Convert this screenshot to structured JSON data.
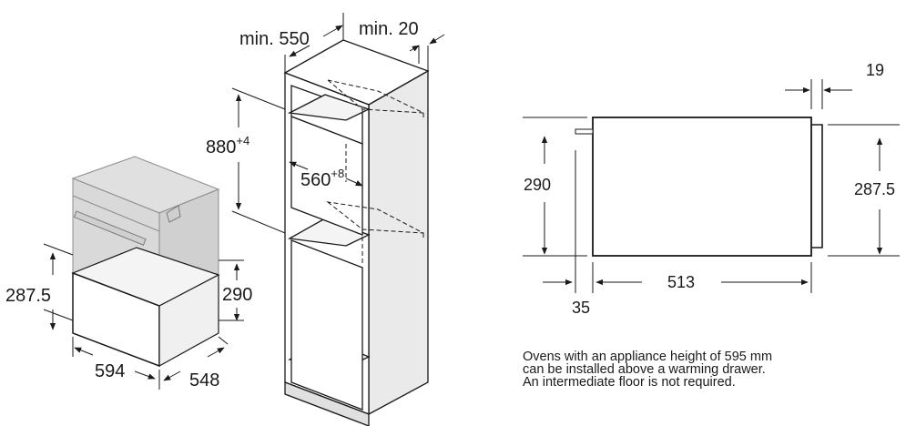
{
  "left_figure": {
    "dims": {
      "h_left": "287.5",
      "h_right": "290",
      "width": "594",
      "depth": "548"
    }
  },
  "center_figure": {
    "dims": {
      "min_depth": "min. 550",
      "min_gap": "min. 20",
      "niche_height": "880",
      "niche_height_tol": "+4",
      "niche_width": "560",
      "niche_width_tol": "+8"
    }
  },
  "right_figure": {
    "dims": {
      "top_offset": "19",
      "height_left": "290",
      "height_right": "287.5",
      "width": "513",
      "offset_bottom": "35"
    }
  },
  "note": {
    "lines": [
      "Ovens with an appliance height of 595 mm",
      "can be installed above a warming drawer.",
      "An intermediate floor is not required."
    ]
  },
  "colors": {
    "line": "#1a1a1a",
    "oven_fill": "#d9d9d9",
    "oven_stroke": "#8c8c8c",
    "cabinet_side": "#e6e6e6",
    "cabinet_front": "#f2f2f2"
  }
}
